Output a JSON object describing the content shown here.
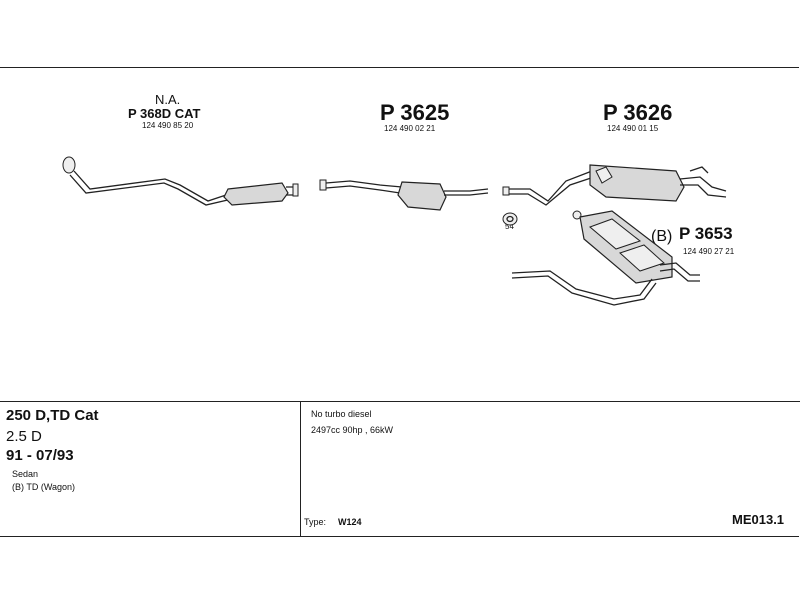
{
  "parts": {
    "p1": {
      "note": "N.A.",
      "name": "P 368D CAT",
      "number": "124 490 85 20"
    },
    "p2": {
      "name": "P 3625",
      "number": "124 490 02 21"
    },
    "p3": {
      "name": "P 3626",
      "number": "124 490 01 15"
    },
    "p4": {
      "prefix": "(B)",
      "name": "P 3653",
      "number": "124 490 27 21"
    },
    "clamp": {
      "number": "54"
    }
  },
  "vehicle": {
    "model": "250 D,TD Cat",
    "engine": "2.5 D",
    "years": "91 - 07/93",
    "body1": "Sedan",
    "body2": "(B) TD (Wagon)"
  },
  "details": {
    "line1": "No turbo diesel",
    "line2": "2497cc 90hp , 66kW",
    "type_label": "Type:",
    "type_value": "W124"
  },
  "code": "ME013.1"
}
